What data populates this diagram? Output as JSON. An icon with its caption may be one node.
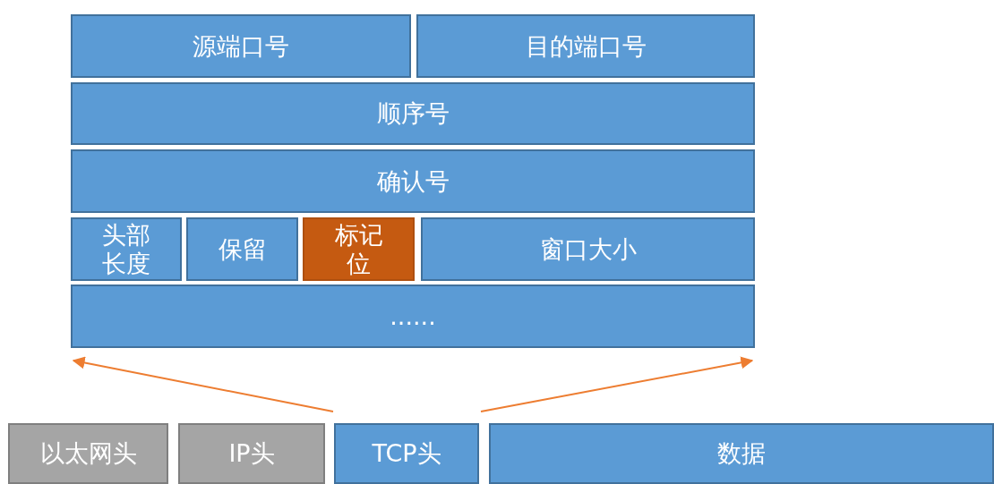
{
  "diagram": {
    "nodes": [
      {
        "text": [
          "源端口号"
        ]
      },
      {
        "text": [
          "目的端口号"
        ]
      },
      {
        "text": [
          "顺序号"
        ]
      },
      {
        "text": [
          "确认号"
        ]
      },
      {
        "text": [
          "头部长度"
        ]
      },
      {
        "text": [
          "保留"
        ]
      },
      {
        "text": [
          "标记位"
        ]
      },
      {
        "text": [
          "窗口大小"
        ]
      },
      {
        "text": [
          "......"
        ]
      },
      {
        "text": [
          "以太网头"
        ]
      },
      {
        "text": [
          "IP头"
        ]
      },
      {
        "text": [
          "TCP头"
        ]
      },
      {
        "text": [
          "数据"
        ]
      }
    ],
    "edges": [
      {
        "from": 11,
        "to": 8,
        "arrow": "to"
      },
      {
        "from": 11,
        "to": 8,
        "arrow": "to"
      }
    ]
  }
}
